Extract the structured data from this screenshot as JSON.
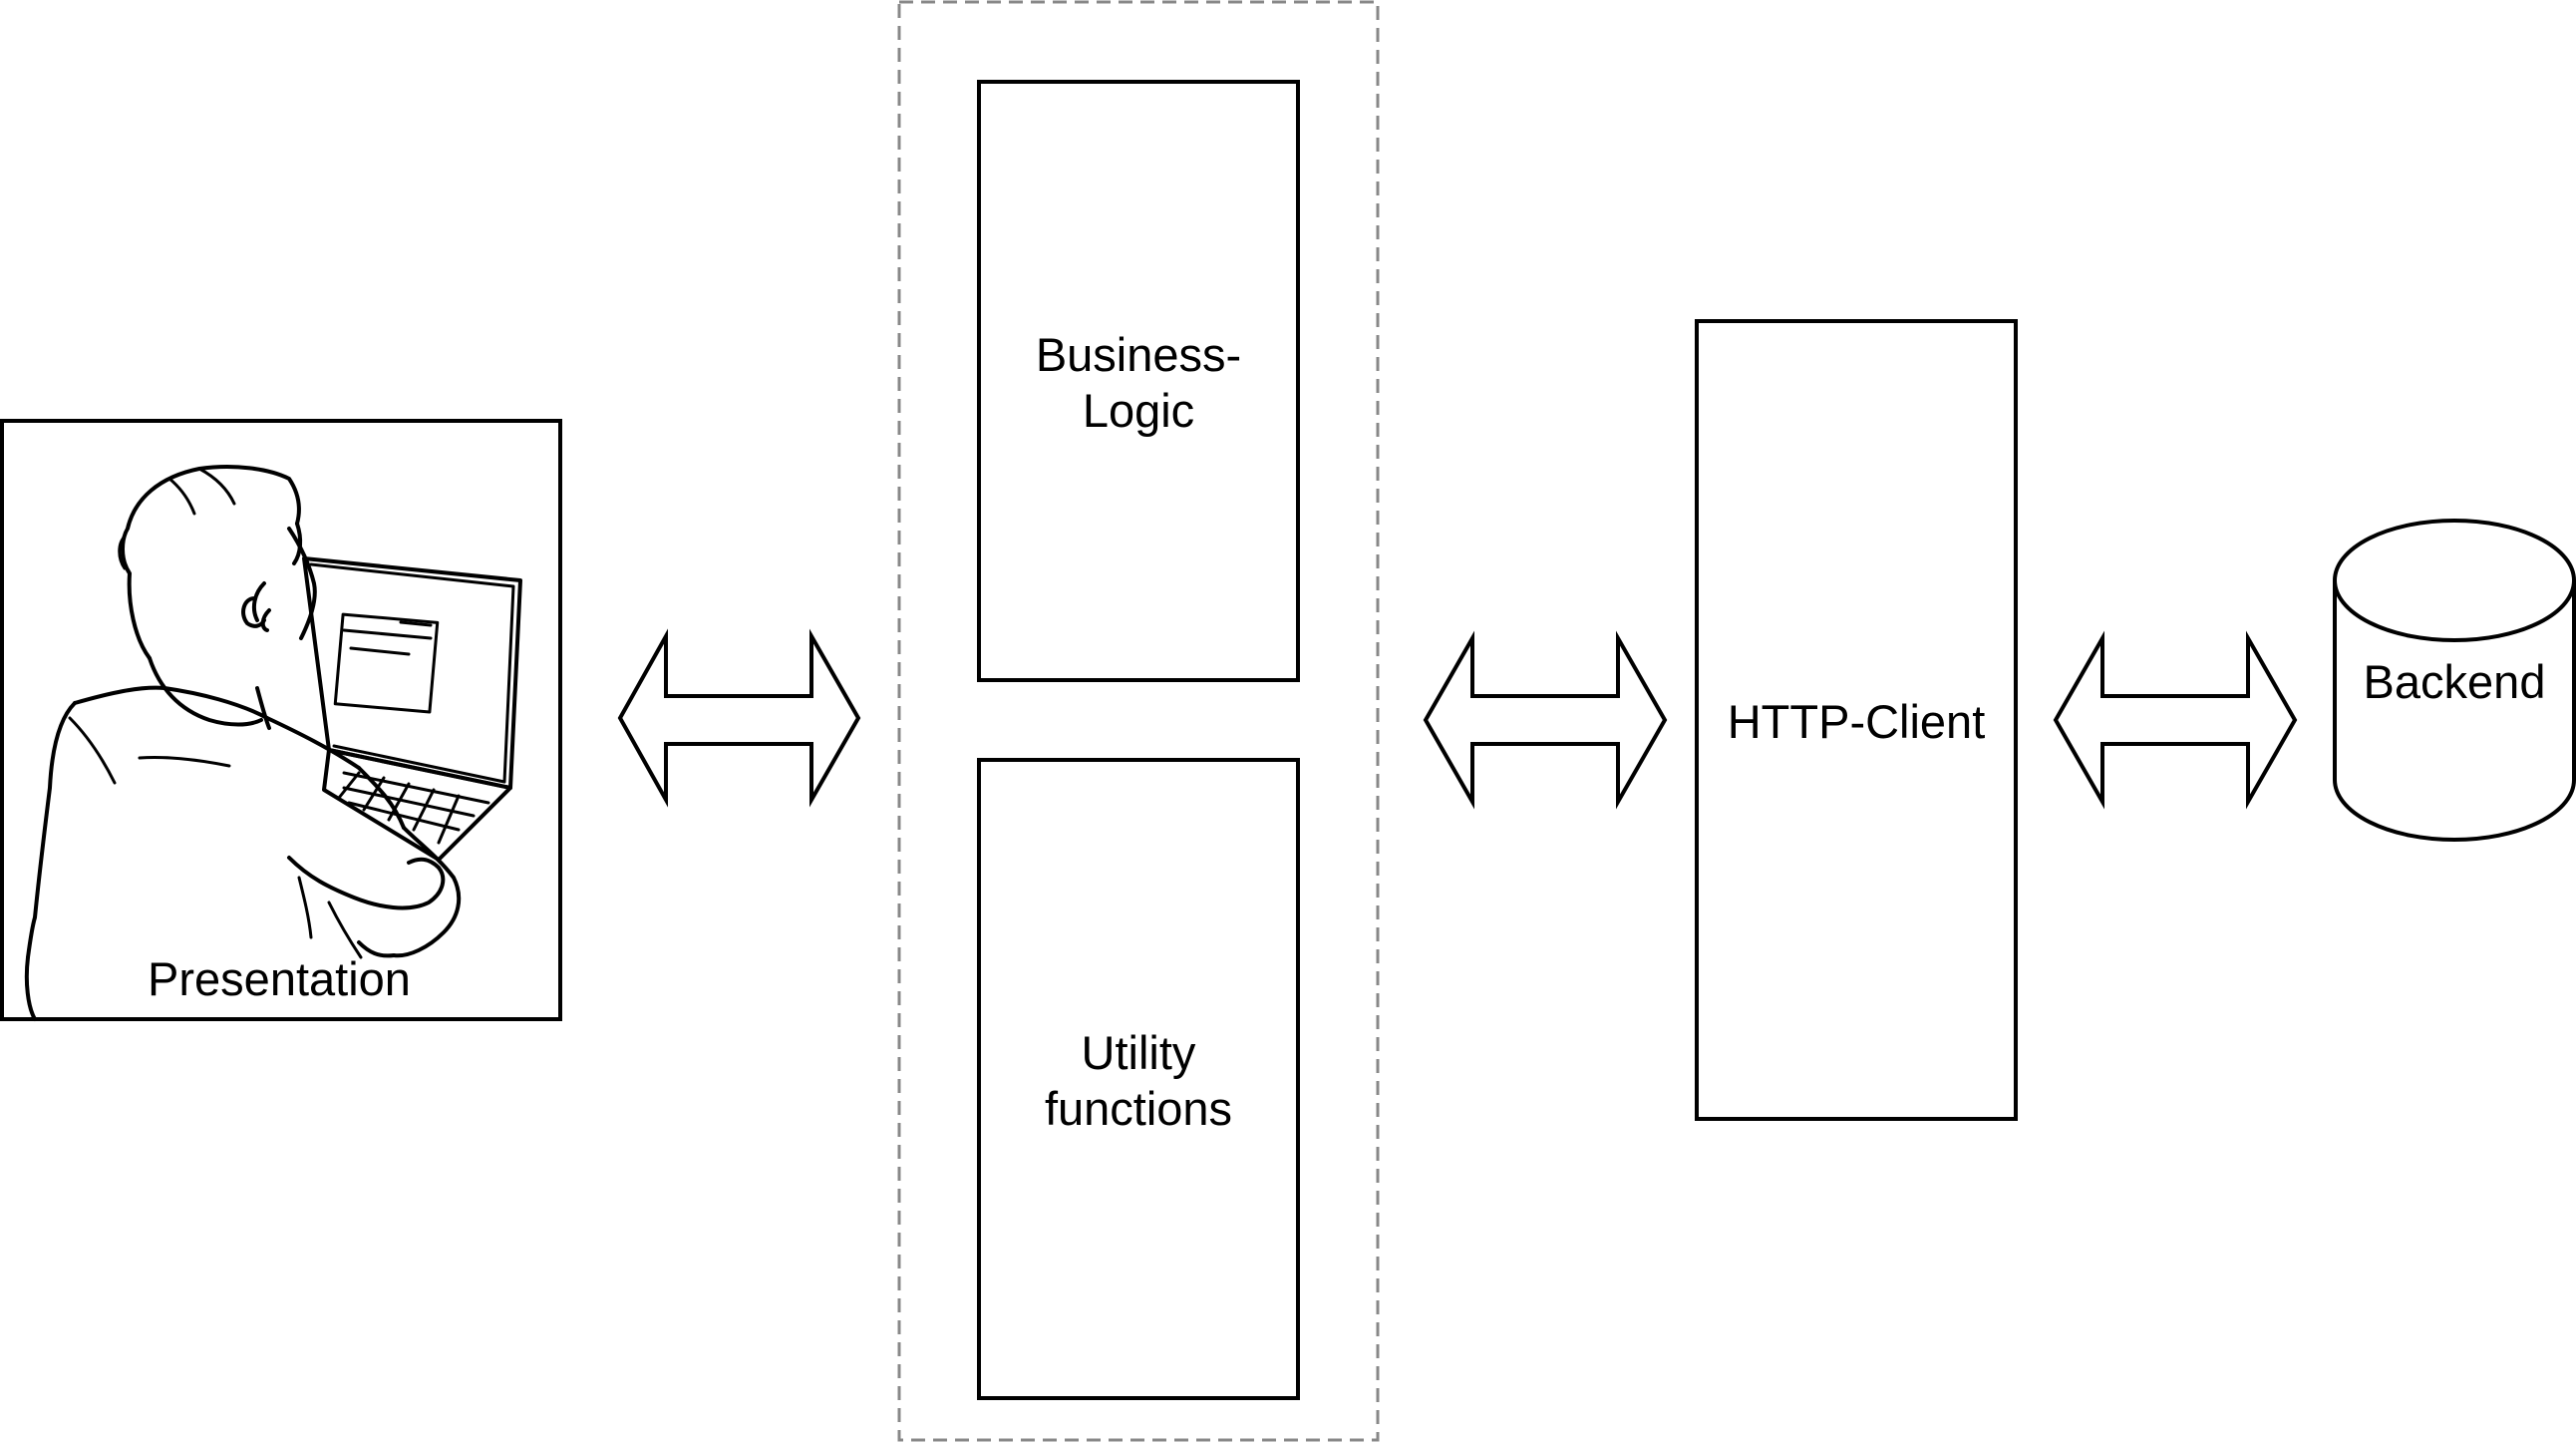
{
  "presentation": {
    "label": "Presentation",
    "figure_icon": "person-at-laptop-illustration"
  },
  "business_logic": {
    "line1": "Business-",
    "line2": "Logic"
  },
  "utility_functions": {
    "line1": "Utility",
    "line2": "functions"
  },
  "http_client": {
    "label": "HTTP-Client"
  },
  "backend": {
    "label": "Backend",
    "icon": "database-cylinder-icon"
  },
  "connectors": {
    "icon": "double-headed-arrow-icon"
  },
  "colors": {
    "stroke": "#000000",
    "group_border": "#888888",
    "fill": "#ffffff"
  }
}
